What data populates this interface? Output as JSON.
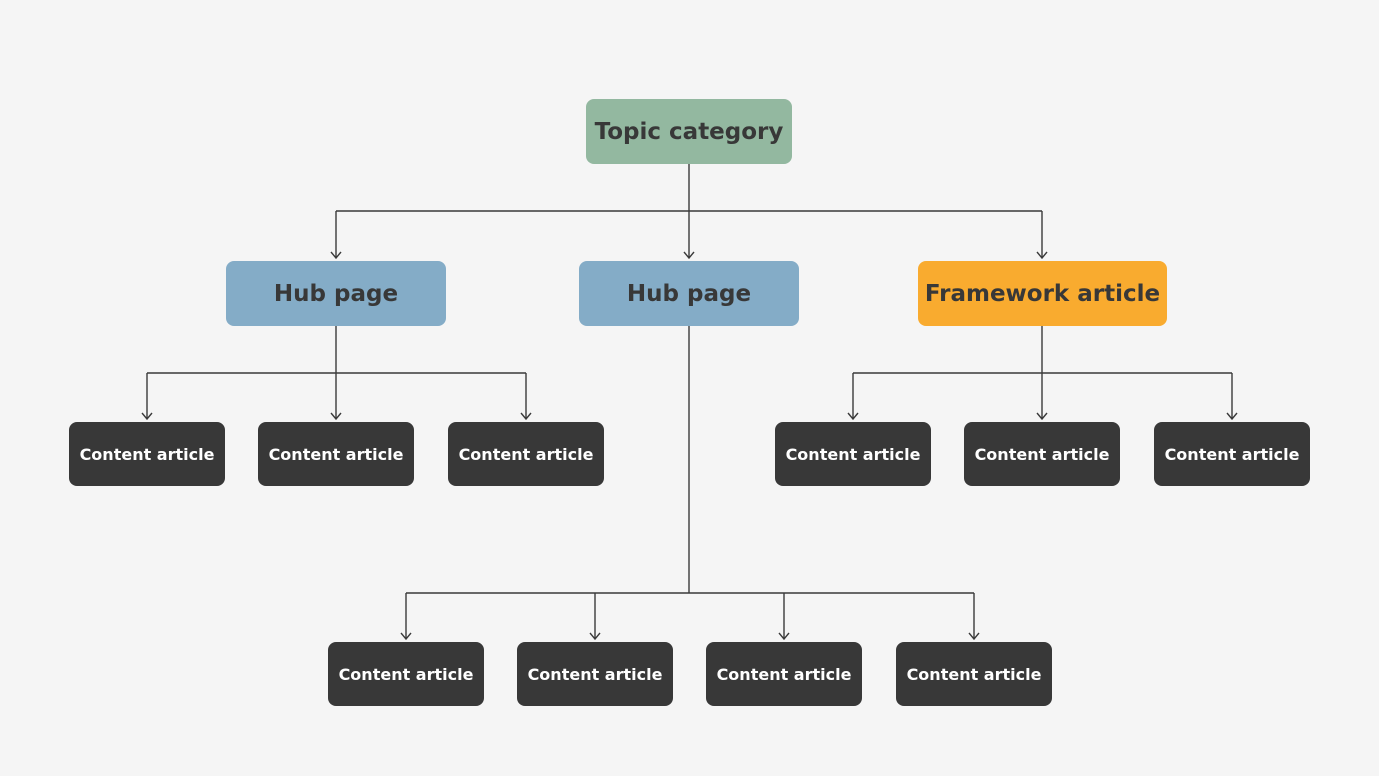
{
  "colors": {
    "background": "#f5f5f5",
    "line": "#3a3a3a",
    "topic": "#93b8a0",
    "hub": "#84acc7",
    "framework": "#f9ab2f",
    "content": "#383838",
    "dark_text": "#383838",
    "light_text": "#ffffff"
  },
  "root": {
    "label": "Topic category"
  },
  "level2": [
    {
      "label": "Hub page",
      "kind": "hub"
    },
    {
      "label": "Hub page",
      "kind": "hub"
    },
    {
      "label": "Framework article",
      "kind": "framework"
    }
  ],
  "hub1_children": [
    {
      "label": "Content article"
    },
    {
      "label": "Content article"
    },
    {
      "label": "Content article"
    }
  ],
  "framework_children": [
    {
      "label": "Content article"
    },
    {
      "label": "Content article"
    },
    {
      "label": "Content article"
    }
  ],
  "hub2_children": [
    {
      "label": "Content article"
    },
    {
      "label": "Content article"
    },
    {
      "label": "Content article"
    },
    {
      "label": "Content article"
    }
  ]
}
